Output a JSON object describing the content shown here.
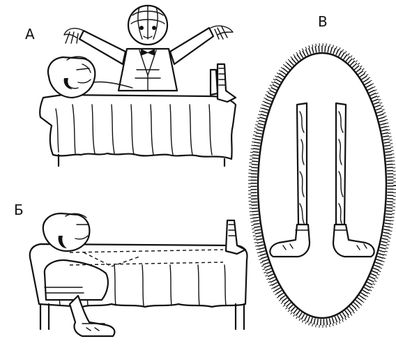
{
  "panels": {
    "a": {
      "label": "А"
    },
    "b": {
      "label": "Б"
    },
    "v": {
      "label": "В"
    }
  }
}
